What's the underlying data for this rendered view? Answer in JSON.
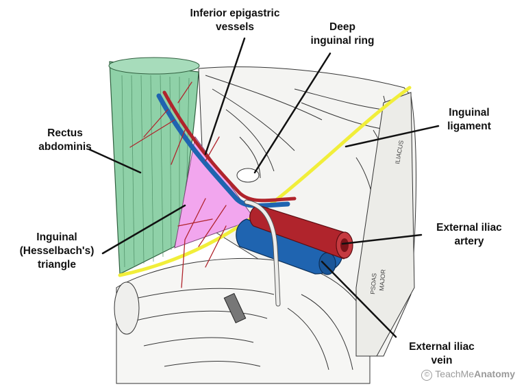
{
  "labels": {
    "inferior_epigastric": [
      "Inferior epigastric",
      "vessels"
    ],
    "deep_ring": [
      "Deep",
      "inguinal ring"
    ],
    "inguinal_ligament": [
      "Inguinal",
      "ligament"
    ],
    "rectus": [
      "Rectus",
      "abdominis"
    ],
    "triangle": [
      "Inguinal",
      "(Hesselbach's)",
      "triangle"
    ],
    "ext_iliac_artery": [
      "External iliac",
      "artery"
    ],
    "ext_iliac_vein": [
      "External iliac",
      "vein"
    ]
  },
  "muscle_text": {
    "iliacus": "ILIACUS",
    "psoas_major": [
      "PSOAS",
      "MAJOR"
    ]
  },
  "watermark": {
    "symbol": "©",
    "brand_regular": "TeachMe",
    "brand_bold": "Anatomy"
  },
  "colors": {
    "rectus": "#8fd1a8",
    "triangle": "#f2a6ee",
    "ligament": "#f1ee3a",
    "artery": "#b0242c",
    "vein": "#1f64b0",
    "outline": "#111111"
  }
}
